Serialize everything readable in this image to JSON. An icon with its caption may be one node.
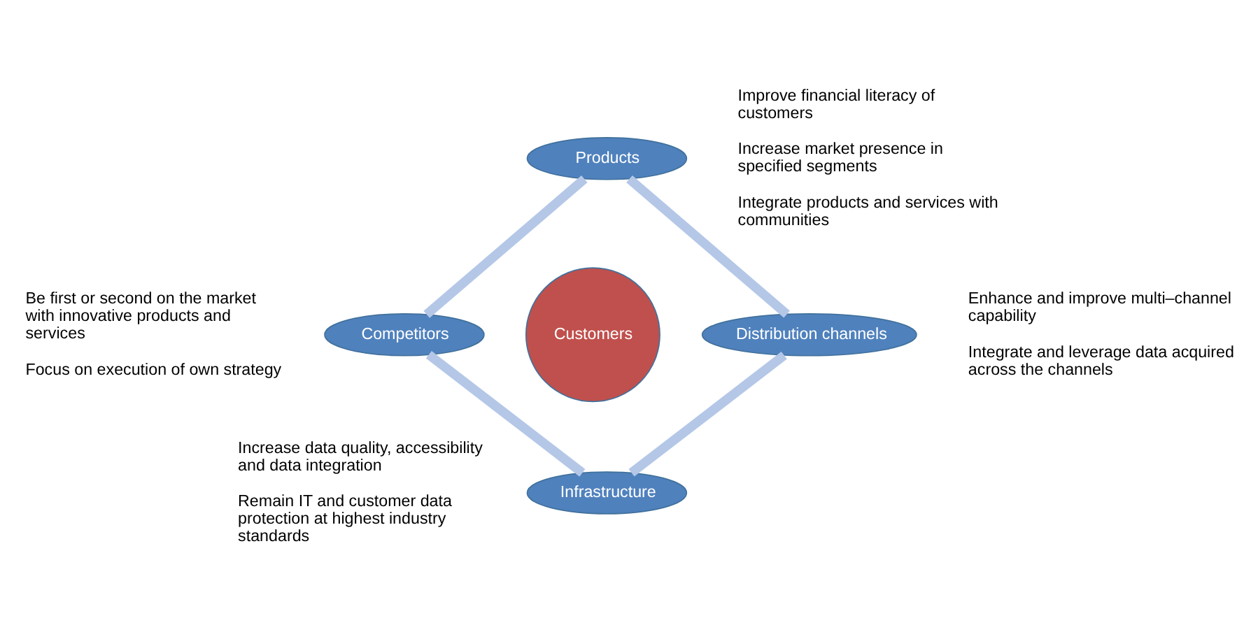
{
  "diagram": {
    "nodes": [
      {
        "text": [
          "Products"
        ],
        "beside": [
          "Improve financial literacy of customers",
          "Increase market presence in specified segments",
          "Integrate products and services with communities"
        ]
      },
      {
        "text": [
          "Competitors"
        ],
        "beside": [
          "Be first or second on the market with innovative products and services",
          "Focus on execution of own strategy"
        ]
      },
      {
        "text": [
          "Customers"
        ]
      },
      {
        "text": [
          "Distribution channels"
        ],
        "beside": [
          "Enhance and improve multi–channel capability",
          "Integrate and leverage data acquired across the channels"
        ]
      },
      {
        "text": [
          "Infrastructure"
        ],
        "beside": [
          "Increase data quality, accessibility and data integration",
          "Remain IT and customer data protection at highest industry standards"
        ]
      }
    ],
    "edges": [
      {
        "from": 0,
        "to": 3,
        "arrow": "none"
      },
      {
        "from": 3,
        "to": 4,
        "arrow": "none"
      },
      {
        "from": 4,
        "to": 1,
        "arrow": "none"
      },
      {
        "from": 1,
        "to": 0,
        "arrow": "none"
      }
    ]
  }
}
